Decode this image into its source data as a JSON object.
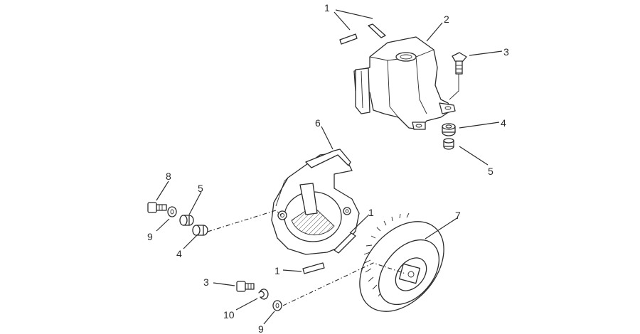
{
  "callouts": [
    {
      "id": "c1a",
      "text": "1"
    },
    {
      "id": "c2",
      "text": "2"
    },
    {
      "id": "c3a",
      "text": "3"
    },
    {
      "id": "c4a",
      "text": "4"
    },
    {
      "id": "c5a",
      "text": "5"
    },
    {
      "id": "c6",
      "text": "6"
    },
    {
      "id": "c7",
      "text": "7"
    },
    {
      "id": "c8",
      "text": "8"
    },
    {
      "id": "c5b",
      "text": "5"
    },
    {
      "id": "c9a",
      "text": "9"
    },
    {
      "id": "c4b",
      "text": "4"
    },
    {
      "id": "c1b",
      "text": "1"
    },
    {
      "id": "c1c",
      "text": "1"
    },
    {
      "id": "c3b",
      "text": "3"
    },
    {
      "id": "c10",
      "text": "10"
    },
    {
      "id": "c9b",
      "text": "9"
    }
  ]
}
